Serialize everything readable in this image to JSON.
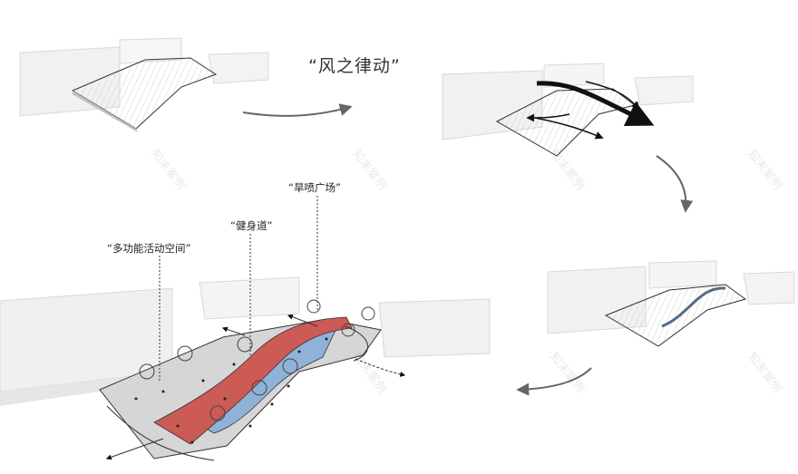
{
  "title": "“风之律动”",
  "callouts": {
    "multi_space": "“多功能活动空间”",
    "fitness_path": "“健身道”",
    "fountain_plaza": "“旱喷广场”"
  },
  "watermark": "知末案例",
  "colors": {
    "red_path": "#c85550",
    "blue_pool": "#7ea6d3",
    "building": "#f2f2f2",
    "plaza": "#d9d9d9",
    "arrow": "#666666"
  }
}
